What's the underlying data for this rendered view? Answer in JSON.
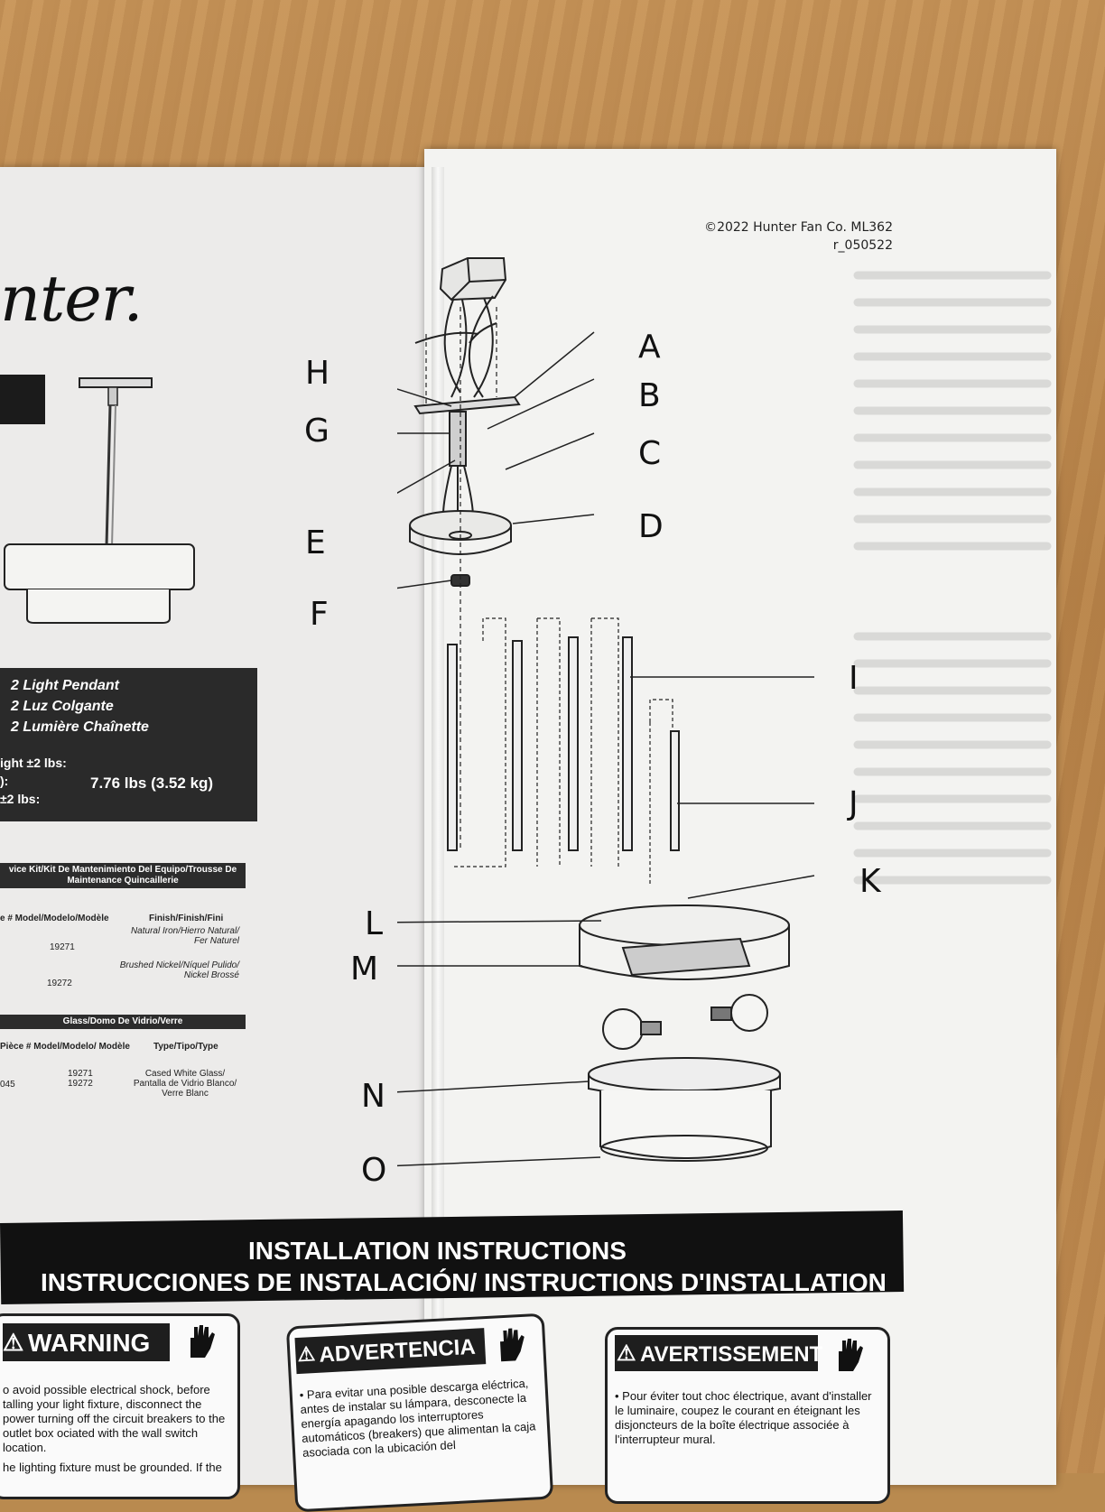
{
  "header": {
    "copyright": "©2022 Hunter Fan Co. ML362",
    "revision": "r_050522"
  },
  "brand": {
    "logo_text": "nter."
  },
  "product": {
    "names": [
      "2 Light Pendant",
      "2 Luz Colgante",
      "2 Lumière Chaînette"
    ],
    "weight_labels": [
      "ight ±2 lbs:",
      "):",
      "±2 lbs:"
    ],
    "weight_value": "7.76 lbs  (3.52 kg)"
  },
  "service_kit": {
    "title": "vice Kit/Kit De Mantenimiento Del Equipo/Trousse De Maintenance Quincaillerie",
    "col_model": "e #  Model/Modelo/Modèle",
    "col_finish": "Finish/Finish/Fini",
    "rows": [
      {
        "model": "19271",
        "finish": "Natural Iron/Hierro Natural/ Fer Naturel"
      },
      {
        "model": "19272",
        "finish": "Brushed Nickel/Níquel Pulido/ Nickel Brossé"
      }
    ]
  },
  "glass_kit": {
    "title": "Glass/Domo De Vidrio/Verre",
    "col_model": "Pièce #  Model/Modelo/ Modèle",
    "col_type": "Type/Tipo/Type",
    "part_no": "045",
    "models": "19271 19272",
    "type": "Cased White Glass/ Pantalla de Vidrio Blanco/ Verre Blanc"
  },
  "diagram": {
    "labels": [
      "A",
      "B",
      "C",
      "D",
      "E",
      "F",
      "G",
      "H",
      "I",
      "J",
      "K",
      "L",
      "M",
      "N",
      "O"
    ]
  },
  "banner": {
    "line1": "INSTALLATION INSTRUCTIONS",
    "line2": "INSTRUCCIONES DE INSTALACIÓN/ INSTRUCTIONS D'INSTALLATION"
  },
  "warnings": {
    "en": {
      "title": "WARNING",
      "text": "o avoid possible electrical shock, before talling your light fixture, disconnect the power turning off the circuit breakers to the outlet box ociated with the wall switch location.",
      "text2": "he lighting fixture must be grounded. If the"
    },
    "es": {
      "title": "ADVERTENCIA",
      "text": "• Para evitar una posible descarga eléctrica, antes de instalar su lámpara, desconecte la energía apagando los interruptores automáticos (breakers) que alimentan la caja asociada con la ubicación del"
    },
    "fr": {
      "title": "AVERTISSEMENT",
      "text": "• Pour éviter tout choc électrique, avant d'installer le luminaire, coupez le courant en éteignant les disjoncteurs de la boîte électrique associée à l'interrupteur mural."
    }
  },
  "colors": {
    "paper": "#f3f3f1",
    "ink": "#111111",
    "panel": "#2a2a2a",
    "wood": "#b98a4f"
  }
}
